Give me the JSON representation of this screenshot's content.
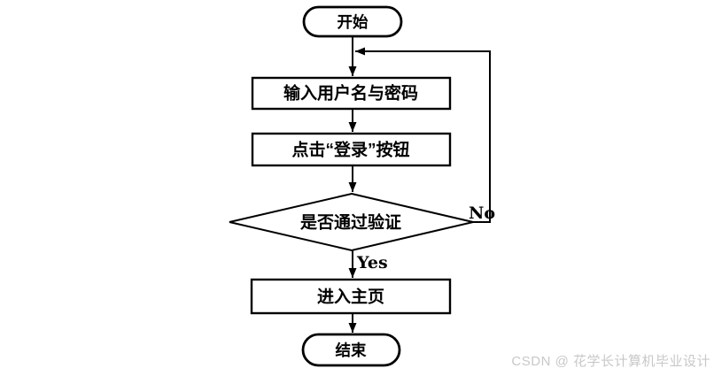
{
  "page": {
    "background": "#ffffff"
  },
  "flowchart": {
    "type": "flowchart",
    "colors": {
      "stroke": "#000000",
      "node_fill": "#ffffff",
      "text": "#000000"
    },
    "nodes": [
      {
        "id": "start",
        "type": "terminator",
        "label": "开始"
      },
      {
        "id": "input-credentials",
        "type": "process",
        "label": "输入用户名与密码"
      },
      {
        "id": "click-login",
        "type": "process",
        "label": "点击“登录”按钮"
      },
      {
        "id": "verify",
        "type": "decision",
        "label": "是否通过验证"
      },
      {
        "id": "enter-home",
        "type": "process",
        "label": "进入主页"
      },
      {
        "id": "end",
        "type": "terminator",
        "label": "结束"
      }
    ],
    "edges": [
      {
        "from": "start",
        "to": "input-credentials",
        "label": ""
      },
      {
        "from": "input-credentials",
        "to": "click-login",
        "label": ""
      },
      {
        "from": "click-login",
        "to": "verify",
        "label": ""
      },
      {
        "from": "verify",
        "to": "enter-home",
        "label": "Yes"
      },
      {
        "from": "verify",
        "to": "input-credentials",
        "label": "No"
      },
      {
        "from": "enter-home",
        "to": "end",
        "label": ""
      }
    ],
    "edge_labels": {
      "yes": "Yes",
      "no": "No"
    }
  },
  "watermark": {
    "text": "CSDN @ 花学长计算机毕业设计",
    "color": "#c8c8c8"
  }
}
